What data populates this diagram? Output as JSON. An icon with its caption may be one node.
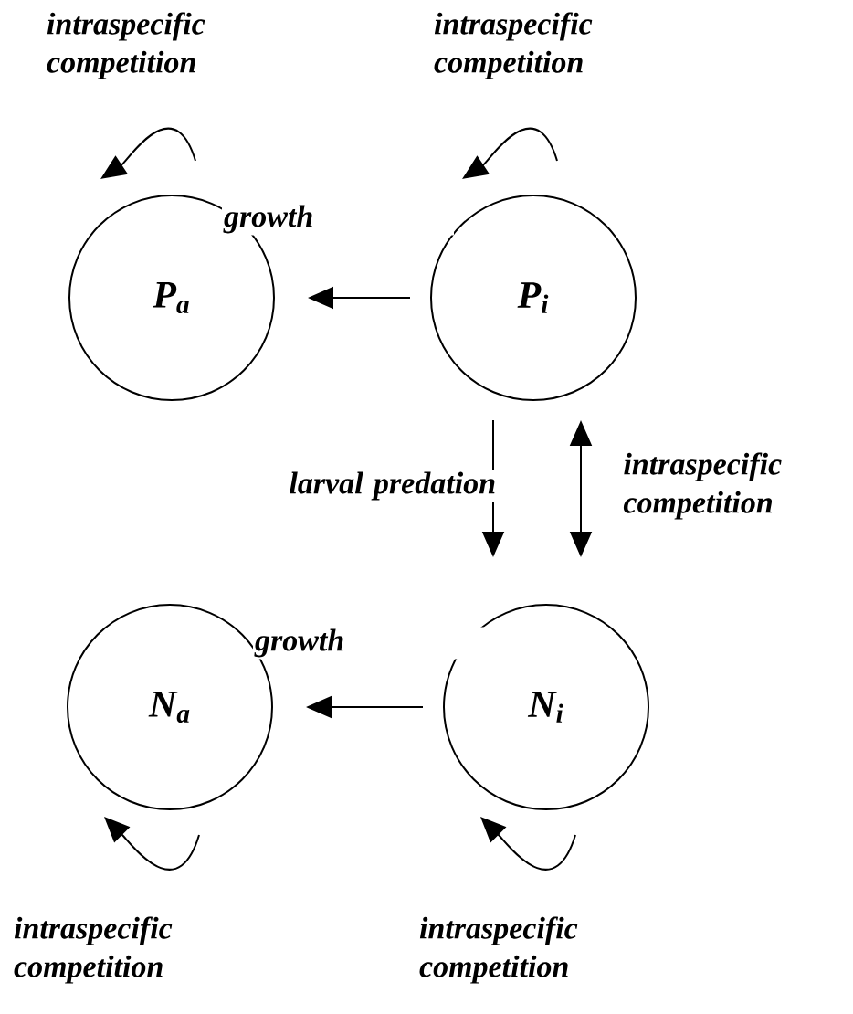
{
  "diagram": {
    "nodes": [
      {
        "text": [
          "P$_{a}$"
        ]
      },
      {
        "text": [
          "P$_{i}$"
        ]
      },
      {
        "text": [
          "N$_{a}$"
        ]
      },
      {
        "text": [
          "N$_{i}$"
        ]
      }
    ],
    "edges": [
      {
        "from": 0,
        "to": 0,
        "arrow": "to",
        "label": "intraspecific competition"
      },
      {
        "from": 1,
        "to": 1,
        "arrow": "to",
        "label": "intraspecific competition"
      },
      {
        "from": 1,
        "to": 0,
        "arrow": "to",
        "label": "growth"
      },
      {
        "from": 1,
        "to": 3,
        "arrow": "to",
        "label": "larval predation"
      },
      {
        "from": 1,
        "to": 3,
        "arrow": "both",
        "label": "intraspecific competition"
      },
      {
        "from": 3,
        "to": 2,
        "arrow": "to",
        "label": "growth"
      },
      {
        "from": 2,
        "to": 2,
        "arrow": "to",
        "label": "intraspecific competition"
      },
      {
        "from": 3,
        "to": 3,
        "arrow": "to",
        "label": "intraspecific competition"
      }
    ]
  }
}
